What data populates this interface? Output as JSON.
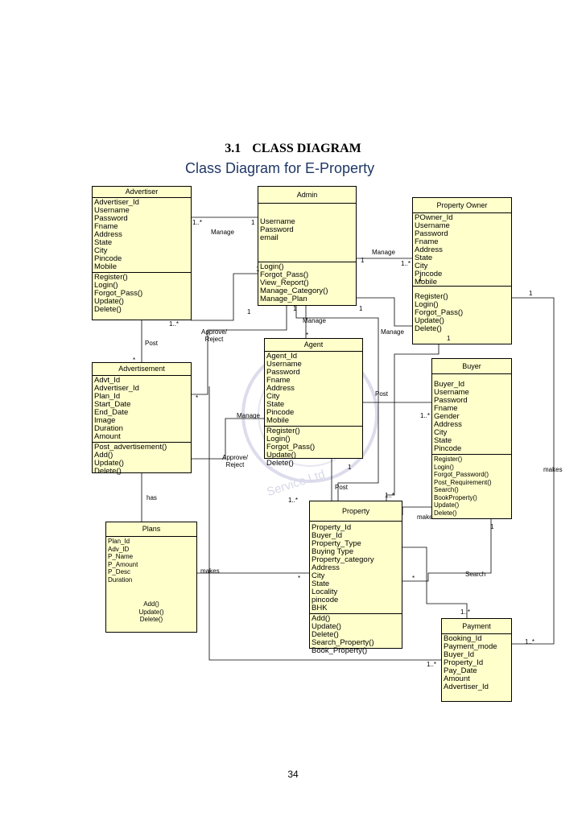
{
  "page": {
    "heading_num": "3.1",
    "heading": "CLASS DIAGRAM",
    "subtitle": "Class Diagram for E-Property",
    "page_number": "34",
    "watermark": "Service Ltd"
  },
  "classes": {
    "advertiser": {
      "name": "Advertiser",
      "attributes": [
        "Advertiser_Id",
        "Username",
        "Password",
        "Fname",
        "Address",
        "State",
        "City",
        "Pincode",
        "Mobile"
      ],
      "methods": [
        "Register()",
        "Login()",
        "Forgot_Pass()",
        "Update()",
        "Delete()"
      ]
    },
    "admin": {
      "name": "Admin",
      "attributes": [
        "Username",
        "Password",
        "email"
      ],
      "methods": [
        "Login()",
        "Forgot_Pass()",
        "View_Report()",
        "Manage_Category()",
        "Manage_Plan"
      ]
    },
    "property_owner": {
      "name": "Property  Owner",
      "attributes": [
        "POwner_Id",
        "Username",
        "Password",
        "Fname",
        "Address",
        "State",
        "City",
        "Pincode",
        "Mobile"
      ],
      "methods": [
        "Register()",
        "Login()",
        "Forgot_Pass()",
        "Update()",
        "Delete()"
      ]
    },
    "agent": {
      "name": "Agent",
      "attributes": [
        "Agent_Id",
        "Username",
        "Password",
        "Fname",
        "Address",
        "City",
        "State",
        "Pincode",
        "Mobile"
      ],
      "methods": [
        "Register()",
        "Login()",
        "Forgot_Pass()",
        "Update()",
        "Delete()"
      ]
    },
    "advertisement": {
      "name": "Advertisement",
      "attributes": [
        "Advt_Id",
        "Advertiser_Id",
        "Plan_Id",
        "Start_Date",
        "End_Date",
        "Image",
        "Duration",
        "Amount"
      ],
      "methods": [
        "Post_advertisement()",
        "Add()",
        "Update()",
        "Delete()"
      ]
    },
    "buyer": {
      "name": "Buyer",
      "attributes": [
        "Buyer_Id",
        "Username",
        "Password",
        "Fname",
        "Gender",
        "Address",
        "City",
        "State",
        "Pincode"
      ],
      "methods": [
        "Register()",
        "Login()",
        "Forgot_Password()",
        "Post_Requirement()",
        "Search()",
        "BookProperty()",
        "Update()",
        "Delete()"
      ]
    },
    "plans": {
      "name": "Plans",
      "attributes": [
        "Plan_Id",
        "Adv_ID",
        "P_Name",
        "P_Amount",
        "P_Desc",
        "Duration"
      ],
      "methods": [
        "Add()",
        "Update()",
        "Delete()"
      ]
    },
    "property": {
      "name": "Property",
      "attributes": [
        "Property_Id",
        "Buyer_Id",
        "Property_Type",
        "Buying Type",
        "Property_category",
        "Address",
        "City",
        "State",
        "Locality",
        "pincode",
        "BHK"
      ],
      "methods": [
        "Add()",
        "Update()",
        "Delete()",
        "Search_Property()",
        "Book_Property()"
      ]
    },
    "payment": {
      "name": "Payment",
      "attributes": [
        "Booking_Id",
        "Payment_mode",
        "Buyer_Id",
        "Property_Id",
        "Pay_Date",
        "Amount",
        "Advertiser_Id"
      ],
      "methods": []
    }
  },
  "labels": {
    "manage_1": "Manage",
    "manage_2": "Manage",
    "manage_3": "Manage",
    "manage_4": "Manage",
    "manage_5": "Manage",
    "approve_1": "Approve/\nReject",
    "approve_2": "Approve/\nReject",
    "post_1": "Post",
    "post_2": "Post",
    "post_3": "Post",
    "has": "has",
    "makes_1": "makes",
    "makes_2": "makes",
    "make": "make",
    "search": "Search",
    "m1": "1..*",
    "m2": "1",
    "m3": "1",
    "m4": "1..*",
    "m5": "1",
    "m6": "1",
    "m7": "1",
    "m8": "1",
    "m9": "1..*",
    "m10": "*",
    "m11": "*",
    "m12": "*",
    "m13": "1..*",
    "m14": "1",
    "m15": "1..*",
    "m16": "1..*",
    "m17": "*",
    "m18": "*",
    "m19": "1",
    "m20": "1..*",
    "m21": "1..*",
    "m22": "1..*",
    "m23": "1",
    "m24": "1",
    "m25": "1"
  }
}
